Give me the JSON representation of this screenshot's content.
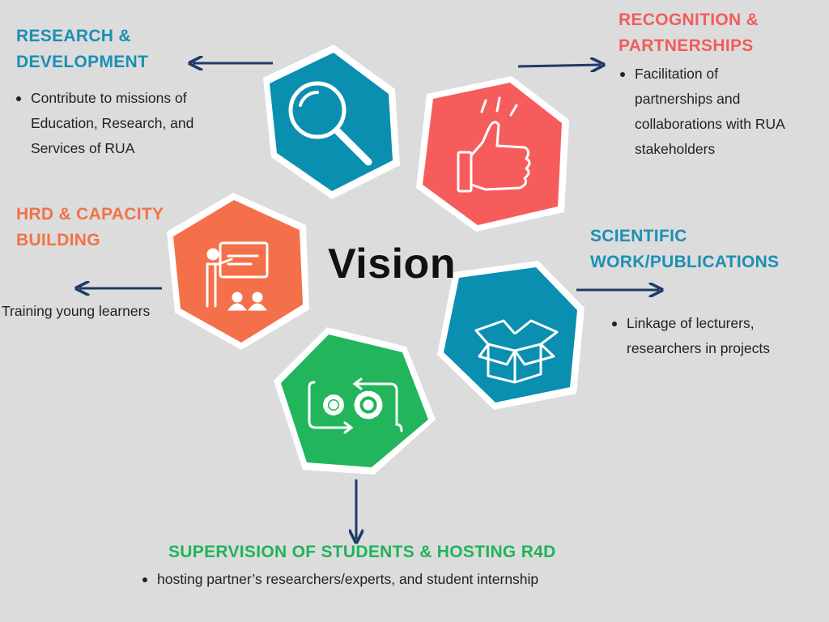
{
  "diagram": {
    "center_label": "Vision",
    "items": [
      {
        "id": "research",
        "title_lines": [
          "RESEARCH &",
          "DEVELOPMENT"
        ],
        "bullet_lines": [
          "Contribute to missions of",
          "Education, Research, and",
          "Services of RUA"
        ],
        "color": "#1b8fb3",
        "hex_color": "#0b8fb0",
        "icon": "magnifier-icon"
      },
      {
        "id": "recognition",
        "title_lines": [
          "RECOGNITION &",
          "PARTNERSHIPS"
        ],
        "bullet_lines": [
          "Facilitation of",
          "partnerships and",
          "collaborations with RUA",
          "stakeholders"
        ],
        "color": "#f25c5c",
        "hex_color": "#f75c5c",
        "icon": "thumbs-up-icon"
      },
      {
        "id": "hrd",
        "title_lines": [
          "HRD & CAPACITY",
          "BUILDING"
        ],
        "plain_text": "Training young learners",
        "color": "#f0734a",
        "hex_color": "#f4704a",
        "icon": "presentation-icon"
      },
      {
        "id": "scientific",
        "title_lines": [
          "SCIENTIFIC",
          "WORK/PUBLICATIONS"
        ],
        "bullet_lines": [
          "Linkage of lecturers,",
          "researchers in projects"
        ],
        "color": "#1b8fb3",
        "hex_color": "#0b8fb0",
        "icon": "open-box-icon"
      },
      {
        "id": "supervision",
        "title_lines": [
          "SUPERVISION OF STUDENTS & HOSTING R4D"
        ],
        "bullet_lines": [
          "hosting partner’s researchers/experts, and student internship"
        ],
        "color": "#1fb35b",
        "hex_color": "#22b55b",
        "icon": "gears-cycle-icon"
      }
    ],
    "arrow_color": "#1f3b66",
    "background": "#dcdcdc"
  }
}
